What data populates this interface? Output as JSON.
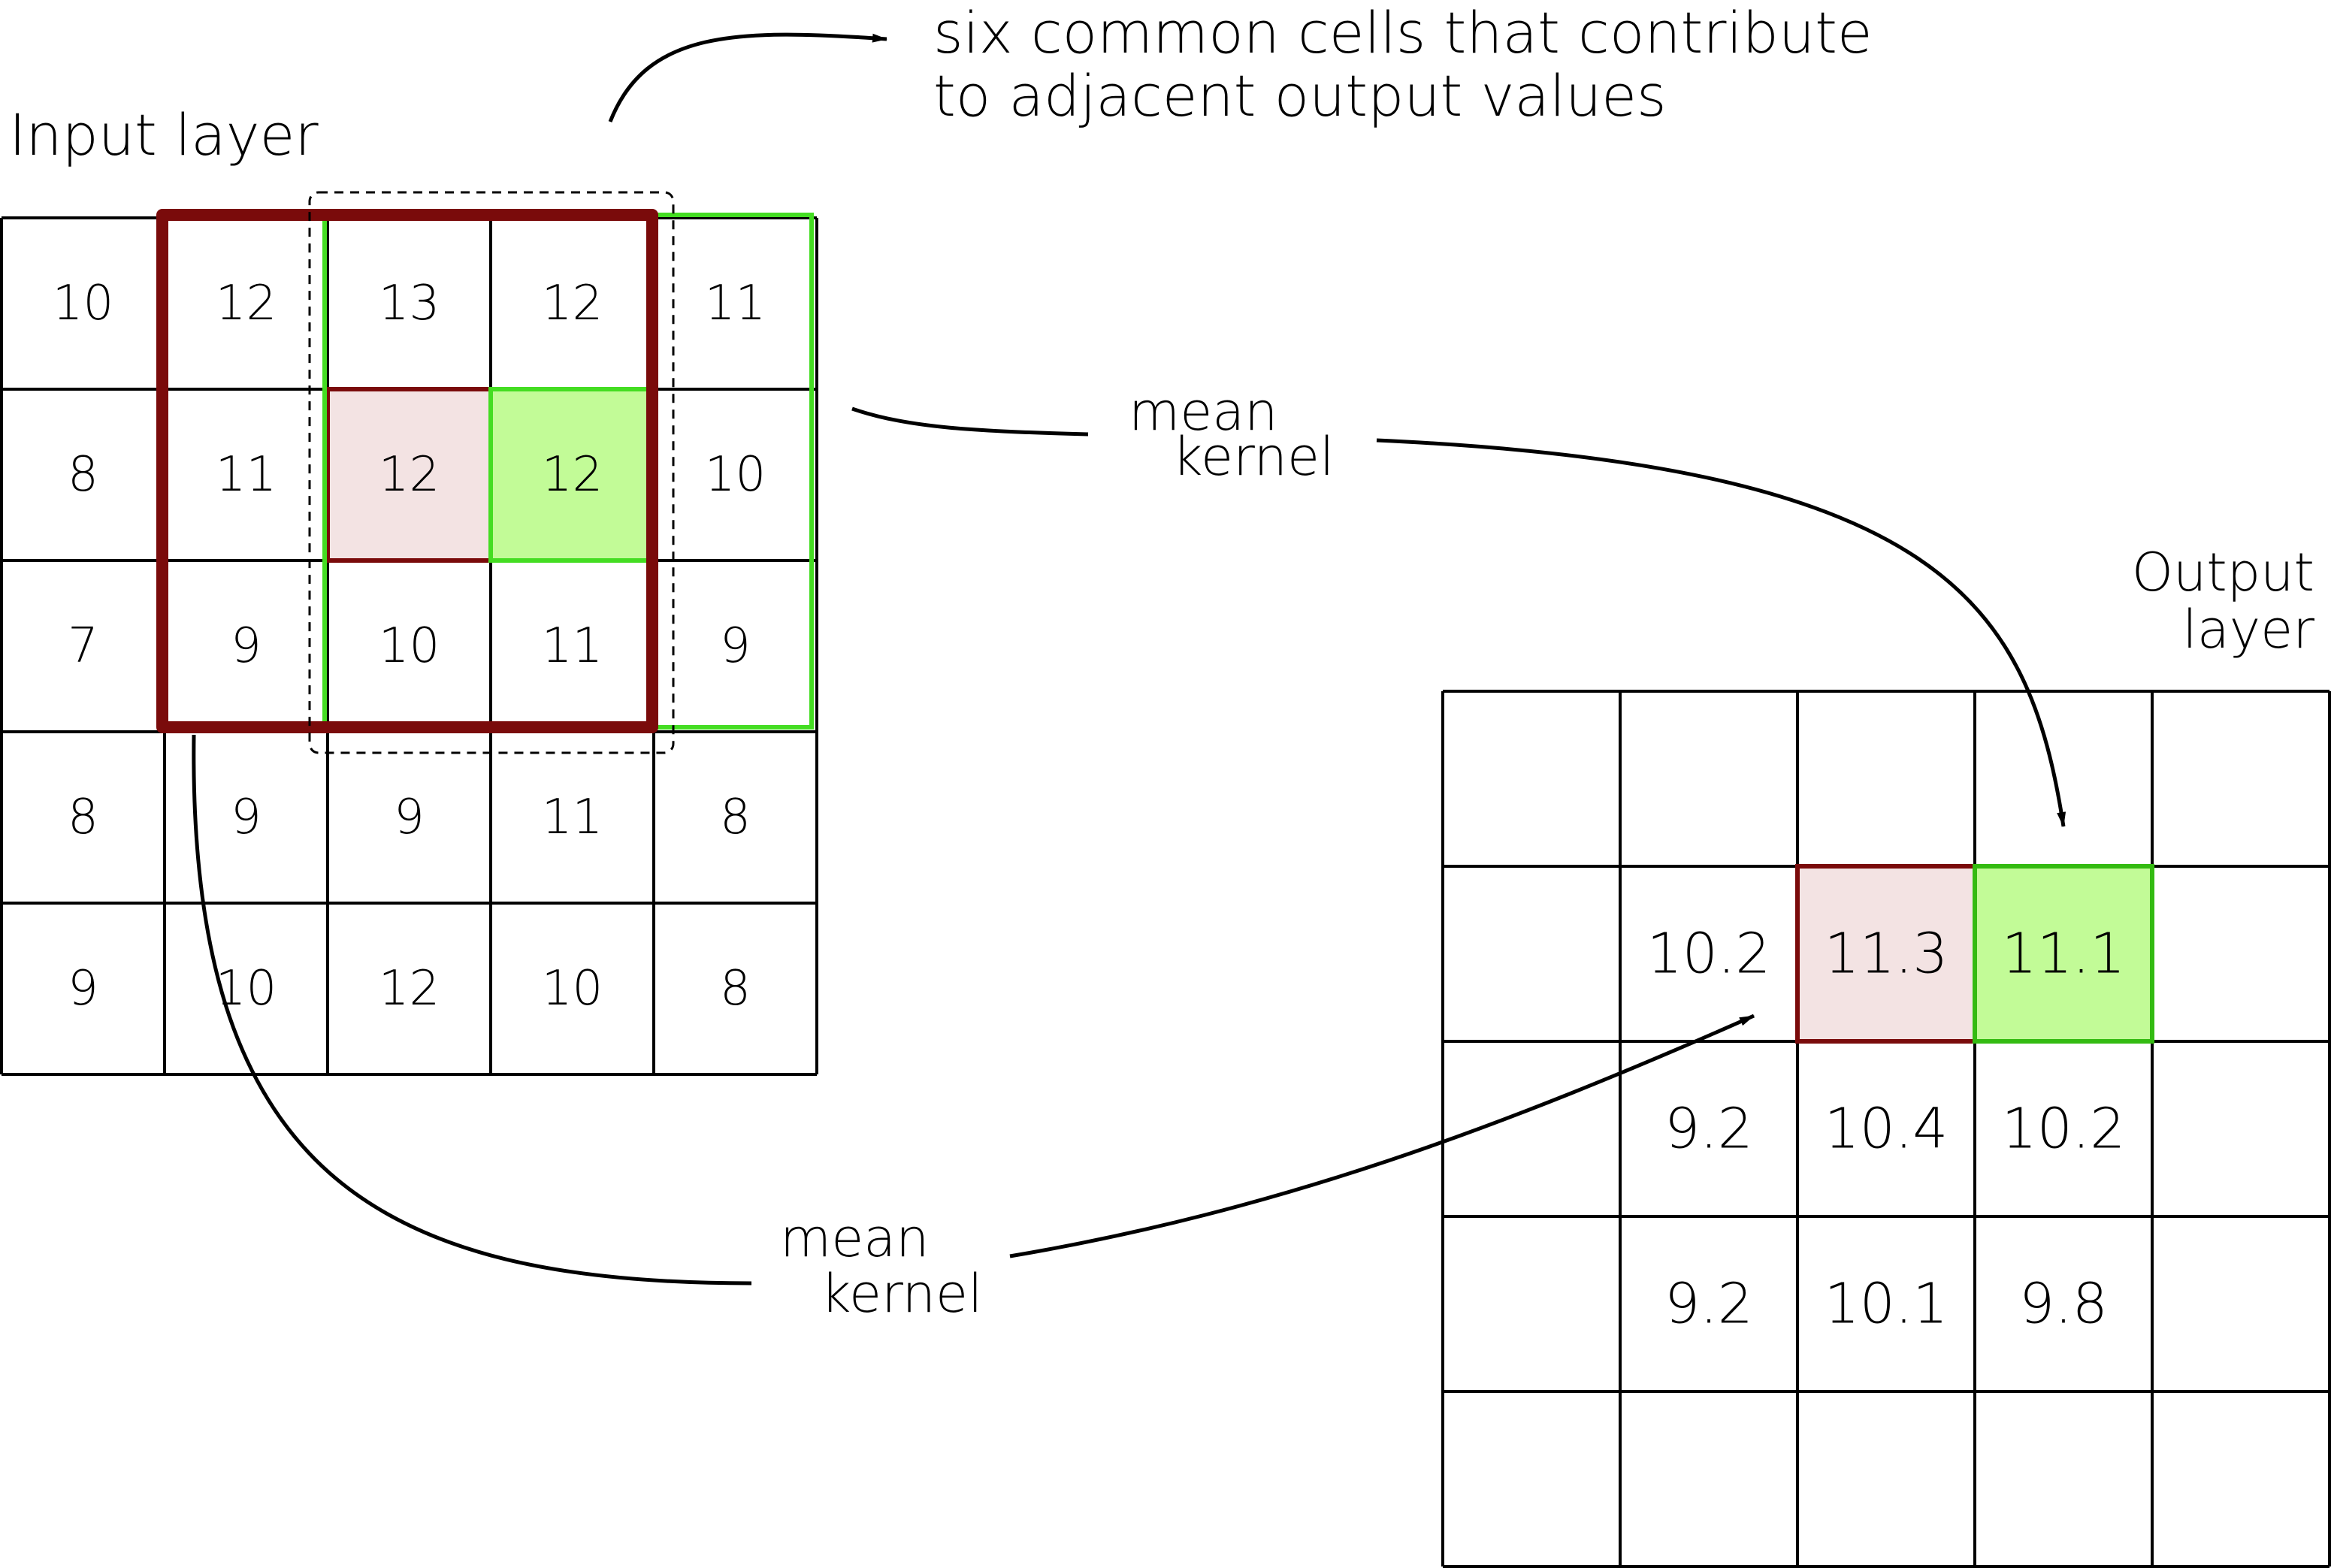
{
  "labels": {
    "input_layer": "Input layer",
    "output_layer_line1": "Output",
    "output_layer_line2": "layer",
    "annotation_line1": "six common cells that contribute",
    "annotation_line2": "to adjacent output values",
    "kernel_top_line1": "mean",
    "kernel_top_line2": "kernel",
    "kernel_bottom_line1": "mean",
    "kernel_bottom_line2": "kernel"
  },
  "input_grid": [
    [
      "10",
      "12",
      "13",
      "12",
      "11"
    ],
    [
      "8",
      "11",
      "12",
      "12",
      "10"
    ],
    [
      "7",
      "9",
      "10",
      "11",
      "9"
    ],
    [
      "8",
      "9",
      "9",
      "11",
      "8"
    ],
    [
      "9",
      "10",
      "12",
      "10",
      "8"
    ]
  ],
  "output_grid": [
    [
      "",
      "",
      "",
      "",
      ""
    ],
    [
      "",
      "10.2",
      "11.3",
      "11.1",
      ""
    ],
    [
      "",
      "9.2",
      "10.4",
      "10.2",
      ""
    ],
    [
      "",
      "9.2",
      "10.1",
      "9.8",
      ""
    ],
    [
      "",
      "",
      "",
      "",
      ""
    ]
  ],
  "highlights": {
    "kernel_a": {
      "row": 1,
      "col": 2,
      "color": "#7a0b0b",
      "fill": "#f3e3e3"
    },
    "kernel_b": {
      "row": 1,
      "col": 3,
      "color": "#44dd22",
      "fill": "#c2fb97"
    },
    "output_a": {
      "row": 1,
      "col": 2,
      "color": "#7a0b0b",
      "fill": "#f3e3e3"
    },
    "output_b": {
      "row": 1,
      "col": 3,
      "color": "#33bb11",
      "fill": "#c2fb97"
    }
  },
  "colors": {
    "kernel_a_window": "#7a0b0b",
    "kernel_b_window": "#44dd22",
    "grid": "#000000"
  }
}
